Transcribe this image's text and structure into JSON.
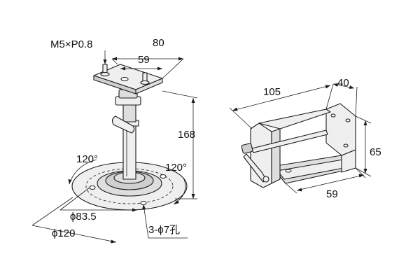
{
  "left_figure": {
    "thread_label": "M5×P0.8",
    "plate_width": "80",
    "hole_pitch": "59",
    "height": "168",
    "angle_left": "120°",
    "angle_right": "120°",
    "inner_diameter": "ϕ83.5",
    "outer_diameter": "ϕ120",
    "holes_label": "3-ϕ7孔"
  },
  "right_figure": {
    "length": "105",
    "depth": "40",
    "height": "65",
    "width": "59"
  }
}
